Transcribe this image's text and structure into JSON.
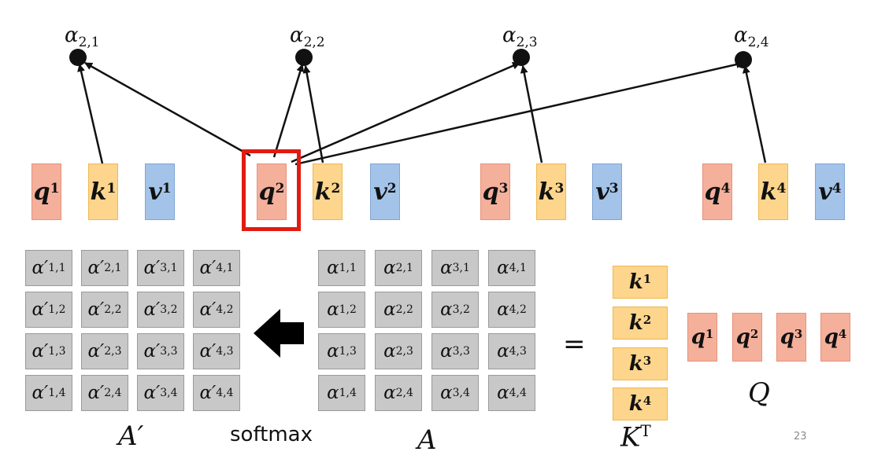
{
  "attention_nodes": [
    {
      "symbol": "α",
      "sub": "2,1"
    },
    {
      "symbol": "α",
      "sub": "2,2"
    },
    {
      "symbol": "α",
      "sub": "2,3"
    },
    {
      "symbol": "α",
      "sub": "2,4"
    }
  ],
  "vectors": [
    {
      "base": "q",
      "sup": "1"
    },
    {
      "base": "k",
      "sup": "1"
    },
    {
      "base": "v",
      "sup": "1"
    },
    {
      "base": "q",
      "sup": "2"
    },
    {
      "base": "k",
      "sup": "2"
    },
    {
      "base": "v",
      "sup": "2"
    },
    {
      "base": "q",
      "sup": "3"
    },
    {
      "base": "k",
      "sup": "3"
    },
    {
      "base": "v",
      "sup": "3"
    },
    {
      "base": "q",
      "sup": "4"
    },
    {
      "base": "k",
      "sup": "4"
    },
    {
      "base": "v",
      "sup": "4"
    }
  ],
  "a_prime_matrix": [
    [
      "α′",
      "1,1"
    ],
    [
      "α′",
      "2,1"
    ],
    [
      "α′",
      "3,1"
    ],
    [
      "α′",
      "4,1"
    ],
    [
      "α′",
      "1,2"
    ],
    [
      "α′",
      "2,2"
    ],
    [
      "α′",
      "3,2"
    ],
    [
      "α′",
      "4,2"
    ],
    [
      "α′",
      "1,3"
    ],
    [
      "α′",
      "2,3"
    ],
    [
      "α′",
      "3,3"
    ],
    [
      "α′",
      "4,3"
    ],
    [
      "α′",
      "1,4"
    ],
    [
      "α′",
      "2,4"
    ],
    [
      "α′",
      "3,4"
    ],
    [
      "α′",
      "4,4"
    ]
  ],
  "a_matrix": [
    [
      "α",
      "1,1"
    ],
    [
      "α",
      "2,1"
    ],
    [
      "α",
      "3,1"
    ],
    [
      "α",
      "4,1"
    ],
    [
      "α",
      "1,2"
    ],
    [
      "α",
      "2,2"
    ],
    [
      "α",
      "3,2"
    ],
    [
      "α",
      "4,2"
    ],
    [
      "α",
      "1,3"
    ],
    [
      "α",
      "2,3"
    ],
    [
      "α",
      "3,3"
    ],
    [
      "α",
      "4,3"
    ],
    [
      "α",
      "1,4"
    ],
    [
      "α",
      "2,4"
    ],
    [
      "α",
      "3,4"
    ],
    [
      "α",
      "4,4"
    ]
  ],
  "kt_column": [
    {
      "base": "k",
      "sup": "1"
    },
    {
      "base": "k",
      "sup": "2"
    },
    {
      "base": "k",
      "sup": "3"
    },
    {
      "base": "k",
      "sup": "4"
    }
  ],
  "q_row": [
    {
      "base": "q",
      "sup": "1"
    },
    {
      "base": "q",
      "sup": "2"
    },
    {
      "base": "q",
      "sup": "3"
    },
    {
      "base": "q",
      "sup": "4"
    }
  ],
  "labels": {
    "a_prime": "A",
    "a_prime_mark": "′",
    "softmax": "softmax",
    "a": "A",
    "kt_base": "K",
    "kt_sup": "T",
    "q": "Q",
    "equals": "=",
    "page_number": "23"
  },
  "colors": {
    "query": "#f4b09b",
    "key": "#fdd58c",
    "value": "#a3c3e8",
    "matrix_cell": "#c8c8c8",
    "highlight": "#e21b12"
  }
}
